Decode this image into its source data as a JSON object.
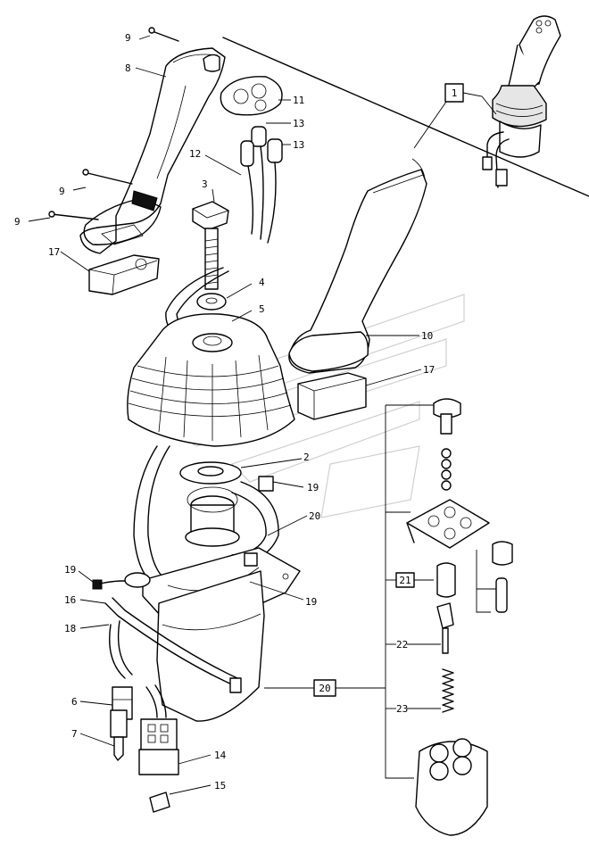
{
  "callouts": {
    "c1": "1",
    "c2": "2",
    "c3": "3",
    "c4": "4",
    "c5": "5",
    "c6": "6",
    "c7": "7",
    "c8": "8",
    "c9a": "9",
    "c9b": "9",
    "c9c": "9",
    "c10": "10",
    "c11": "11",
    "c12": "12",
    "c13a": "13",
    "c13b": "13",
    "c14": "14",
    "c15": "15",
    "c16": "16",
    "c17a": "17",
    "c17b": "17",
    "c18": "18",
    "c19a": "19",
    "c19b": "19",
    "c19c": "19",
    "c20a": "20",
    "c20b": "20",
    "c21": "21",
    "c22": "22",
    "c23": "23"
  }
}
